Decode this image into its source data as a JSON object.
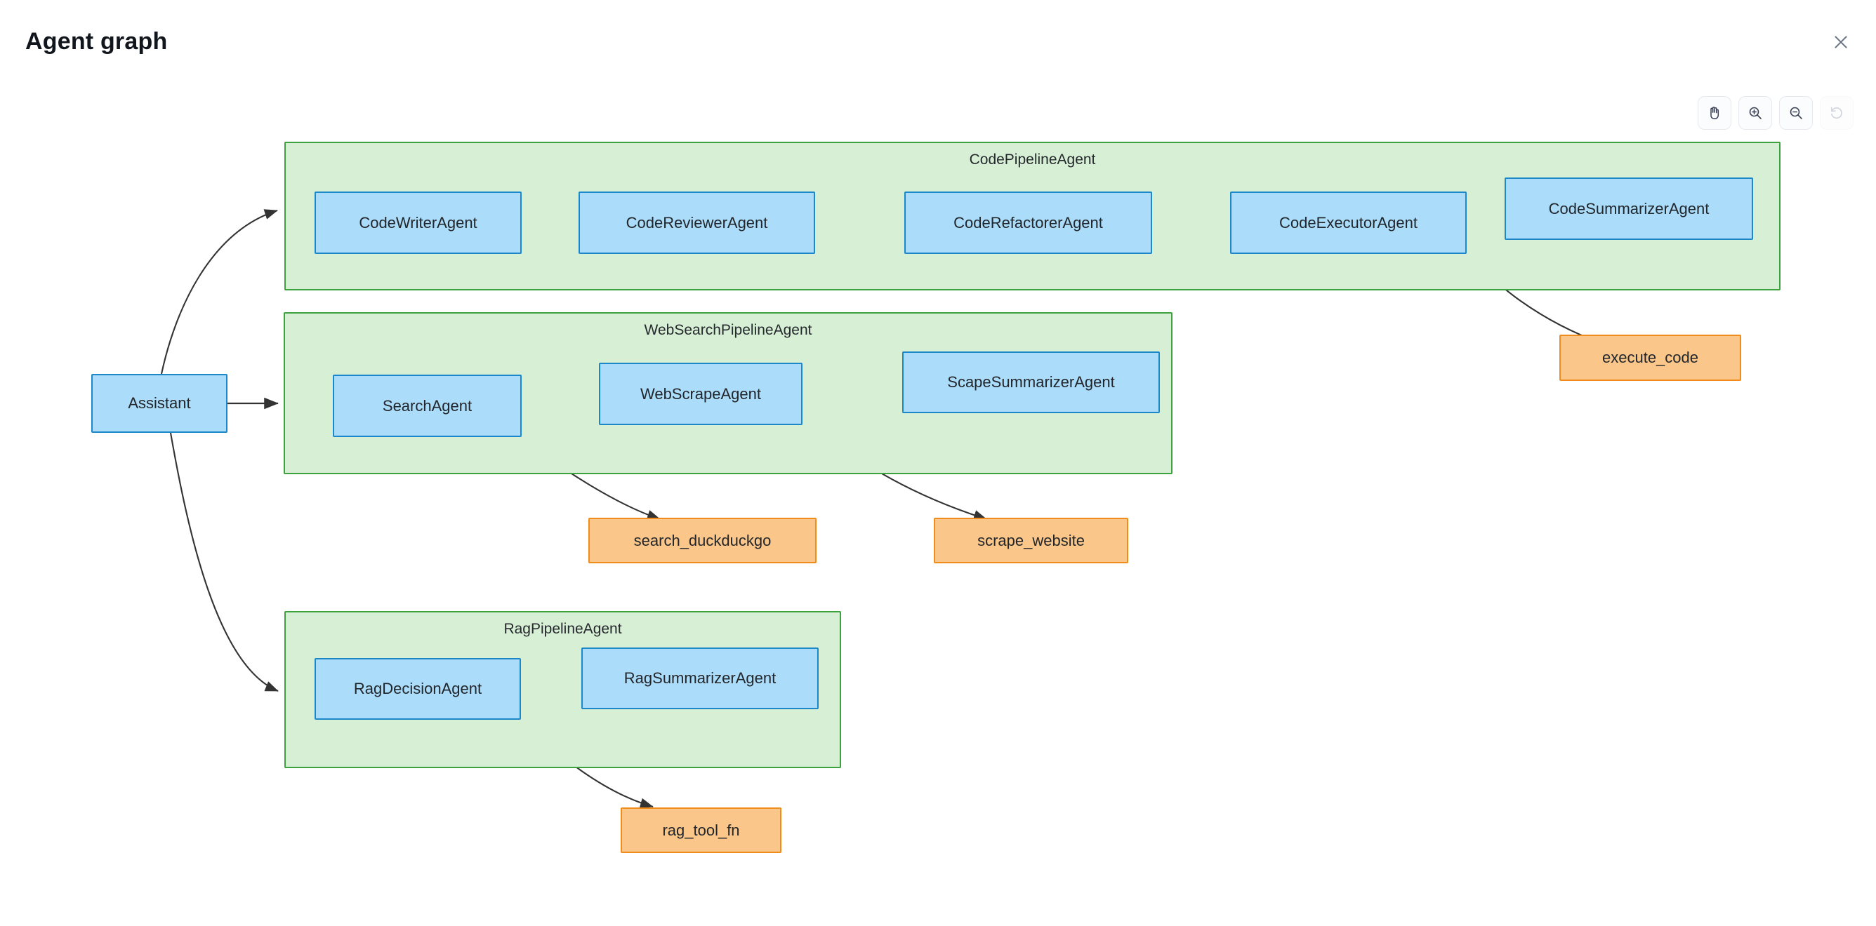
{
  "header": {
    "title": "Agent graph",
    "close_icon": "close-icon"
  },
  "toolbar": {
    "buttons": [
      {
        "name": "pan-tool-button",
        "icon": "hand-icon",
        "enabled": true
      },
      {
        "name": "zoom-in-button",
        "icon": "zoom-in-icon",
        "enabled": true
      },
      {
        "name": "zoom-out-button",
        "icon": "zoom-out-icon",
        "enabled": true
      },
      {
        "name": "reset-view-button",
        "icon": "reset-icon",
        "enabled": false
      }
    ]
  },
  "graph": {
    "colors": {
      "agent_fill": "#abddfb",
      "agent_border": "#1c87c9",
      "tool_fill": "#fbc68a",
      "tool_border": "#f08c1c",
      "group_fill": "#d7f0d5",
      "group_border": "#3ba23e",
      "edge": "#333333"
    },
    "groups": [
      {
        "id": "code_pipeline",
        "label": "CodePipelineAgent"
      },
      {
        "id": "websearch_pipeline",
        "label": "WebSearchPipelineAgent"
      },
      {
        "id": "rag_pipeline",
        "label": "RagPipelineAgent"
      }
    ],
    "nodes": [
      {
        "id": "assistant",
        "label": "Assistant",
        "type": "agent"
      },
      {
        "id": "code_writer",
        "label": "CodeWriterAgent",
        "type": "agent"
      },
      {
        "id": "code_reviewer",
        "label": "CodeReviewerAgent",
        "type": "agent"
      },
      {
        "id": "code_refactorer",
        "label": "CodeRefactorerAgent",
        "type": "agent"
      },
      {
        "id": "code_executor",
        "label": "CodeExecutorAgent",
        "type": "agent"
      },
      {
        "id": "code_summarizer",
        "label": "CodeSummarizerAgent",
        "type": "agent"
      },
      {
        "id": "search_agent",
        "label": "SearchAgent",
        "type": "agent"
      },
      {
        "id": "web_scrape_agent",
        "label": "WebScrapeAgent",
        "type": "agent"
      },
      {
        "id": "scape_summarizer_agent",
        "label": "ScapeSummarizerAgent",
        "type": "agent"
      },
      {
        "id": "rag_decision_agent",
        "label": "RagDecisionAgent",
        "type": "agent"
      },
      {
        "id": "rag_summarizer_agent",
        "label": "RagSummarizerAgent",
        "type": "agent"
      },
      {
        "id": "execute_code",
        "label": "execute_code",
        "type": "tool"
      },
      {
        "id": "search_duckduckgo",
        "label": "search_duckduckgo",
        "type": "tool"
      },
      {
        "id": "scrape_website",
        "label": "scrape_website",
        "type": "tool"
      },
      {
        "id": "rag_tool_fn",
        "label": "rag_tool_fn",
        "type": "tool"
      }
    ],
    "edges": [
      {
        "from": "assistant",
        "to": "code_writer",
        "style": "curve"
      },
      {
        "from": "assistant",
        "to": "search_agent",
        "style": "straight"
      },
      {
        "from": "assistant",
        "to": "rag_decision_agent",
        "style": "curve"
      },
      {
        "from": "code_writer",
        "to": "code_reviewer",
        "style": "straight"
      },
      {
        "from": "code_reviewer",
        "to": "code_refactorer",
        "style": "straight"
      },
      {
        "from": "code_refactorer",
        "to": "code_executor",
        "style": "straight"
      },
      {
        "from": "code_executor",
        "to": "code_summarizer",
        "style": "straight"
      },
      {
        "from": "code_executor",
        "to": "execute_code",
        "style": "curve"
      },
      {
        "from": "search_agent",
        "to": "web_scrape_agent",
        "style": "straight"
      },
      {
        "from": "search_agent",
        "to": "search_duckduckgo",
        "style": "curve"
      },
      {
        "from": "web_scrape_agent",
        "to": "scape_summarizer_agent",
        "style": "straight"
      },
      {
        "from": "web_scrape_agent",
        "to": "scrape_website",
        "style": "curve"
      },
      {
        "from": "rag_decision_agent",
        "to": "rag_summarizer_agent",
        "style": "straight"
      },
      {
        "from": "rag_decision_agent",
        "to": "rag_tool_fn",
        "style": "curve"
      }
    ]
  }
}
